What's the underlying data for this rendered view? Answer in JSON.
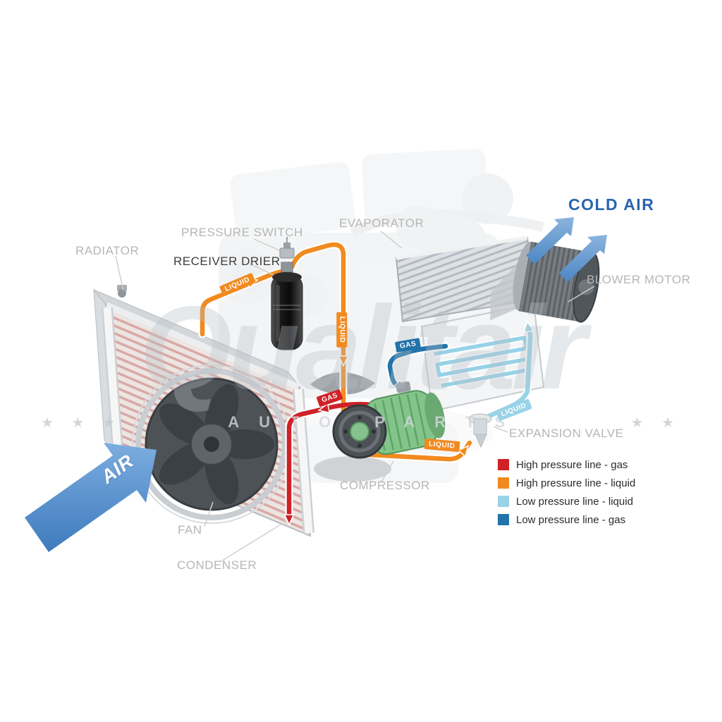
{
  "component_labels": {
    "radiator": "RADIATOR",
    "pressure_switch": "PRESSURE SWITCH",
    "receiver_drier": "RECEIVER DRIER",
    "evaporator": "EVAPORATOR",
    "blower_motor": "BLOWER MOTOR",
    "expansion_valve": "EXPANSION VALVE",
    "compressor": "COMPRESSOR",
    "fan": "FAN",
    "condenser": "CONDENSER"
  },
  "flow_labels": {
    "cold_air": "COLD AIR",
    "air_in": "AIR",
    "liquid_condenser_to_drier": "LIQUID",
    "liquid_drier_down": "LIQUID",
    "liquid_to_expansion_valve": "LIQUID",
    "liquid_low_pressure": "LIQUID",
    "gas_high_pressure": "GAS",
    "gas_low_pressure": "GAS"
  },
  "legend": {
    "items": [
      {
        "id": "high-pressure-gas",
        "label": "High pressure line - gas",
        "color": "#cf2127"
      },
      {
        "id": "high-pressure-liquid",
        "label": "High pressure line - liquid",
        "color": "#f18a1f"
      },
      {
        "id": "low-pressure-liquid",
        "label": "Low pressure line - liquid",
        "color": "#99d3e8"
      },
      {
        "id": "low-pressure-gas",
        "label": "Low pressure line -  gas",
        "color": "#2273aa"
      }
    ]
  },
  "watermark": {
    "brand": "Qualitair",
    "tagline": "AUTO PARTS",
    "stars_left": "★ ★ ★",
    "stars_right": "★ ★"
  },
  "colors": {
    "high_pressure_gas": "#cf2127",
    "high_pressure_liquid": "#f18a1f",
    "low_pressure_liquid": "#99d3e8",
    "low_pressure_gas": "#2273aa",
    "cold_air_text": "#2a66ad",
    "air_arrow": "#4c86c4"
  }
}
